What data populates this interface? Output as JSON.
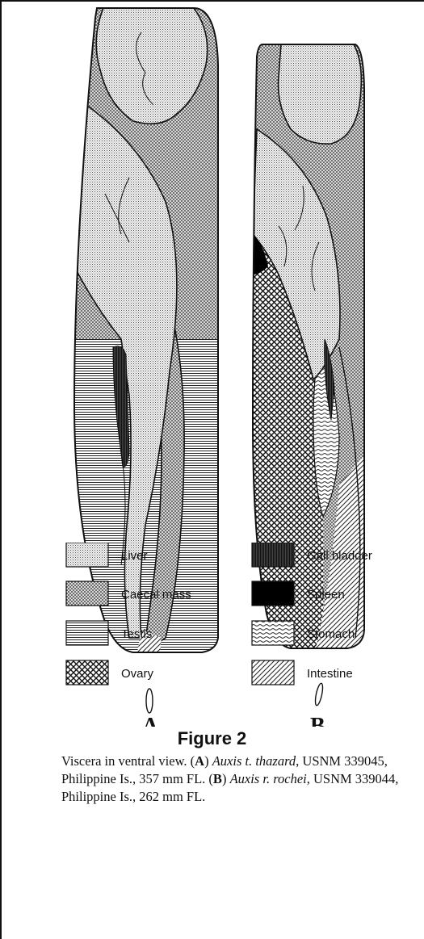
{
  "figure": {
    "title": "Figure 2",
    "caption": {
      "part1": "Viscera in ventral view. (",
      "label_a": "A",
      "part2": ") ",
      "species_a": "Auxis t. thazard",
      "part3": ", USNM 339045, Philippine Is., 357 mm FL. (",
      "label_b": "B",
      "part4": ") ",
      "species_b": "Auxis r. rochei",
      "part5": ", USNM 339044, Philippine Is., 262 mm FL."
    }
  },
  "panels": [
    {
      "label": "A"
    },
    {
      "label": "B"
    }
  ],
  "legend": {
    "items": [
      {
        "label": "Liver",
        "pattern": "liver"
      },
      {
        "label": "Gall bladder",
        "pattern": "gall"
      },
      {
        "label": "Caecal mass",
        "pattern": "caecal"
      },
      {
        "label": "Spleen",
        "pattern": "spleen"
      },
      {
        "label": "Testis",
        "pattern": "testis"
      },
      {
        "label": "Stomach",
        "pattern": "stomach"
      },
      {
        "label": "Ovary",
        "pattern": "ovary"
      },
      {
        "label": "Intestine",
        "pattern": "intestine"
      }
    ]
  }
}
